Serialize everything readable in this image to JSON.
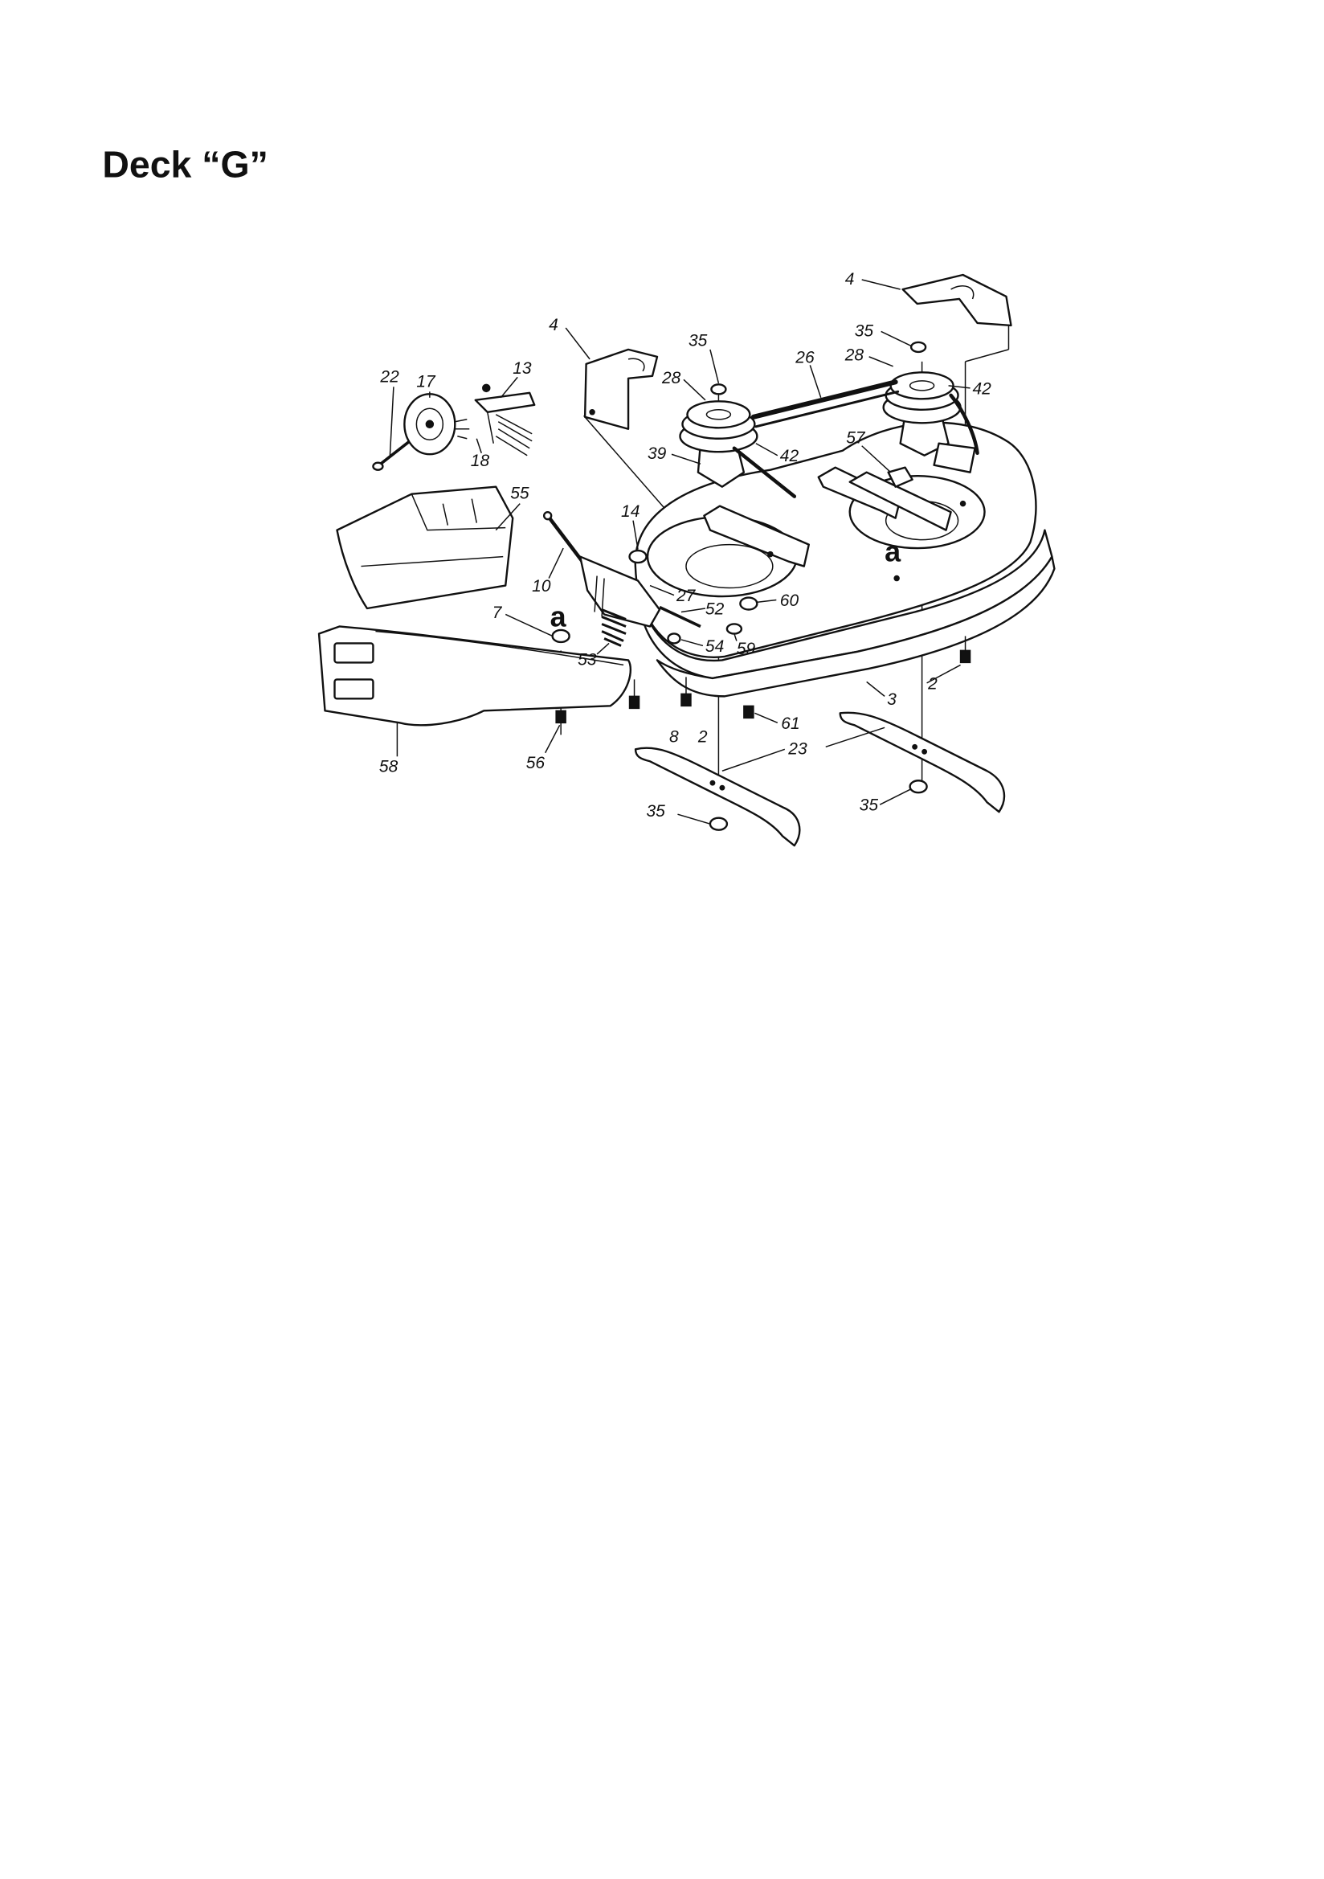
{
  "title": "Deck “G”",
  "callouts": [
    "4",
    "4",
    "35",
    "35",
    "26",
    "28",
    "28",
    "42",
    "42",
    "39",
    "57",
    "22",
    "17",
    "13",
    "18",
    "55",
    "14",
    "10",
    "27",
    "52",
    "60",
    "7",
    "53",
    "54",
    "59",
    "3",
    "2",
    "2",
    "8",
    "61",
    "23",
    "58",
    "56",
    "35",
    "35"
  ],
  "reference_marks": [
    "a",
    "a"
  ],
  "icons": {
    "deck": "mower-deck-shell",
    "blade": "mower-blade",
    "pulley": "spindle-pulley",
    "belt": "drive-belt",
    "chute": "discharge-chute",
    "bumper": "front-guard"
  }
}
